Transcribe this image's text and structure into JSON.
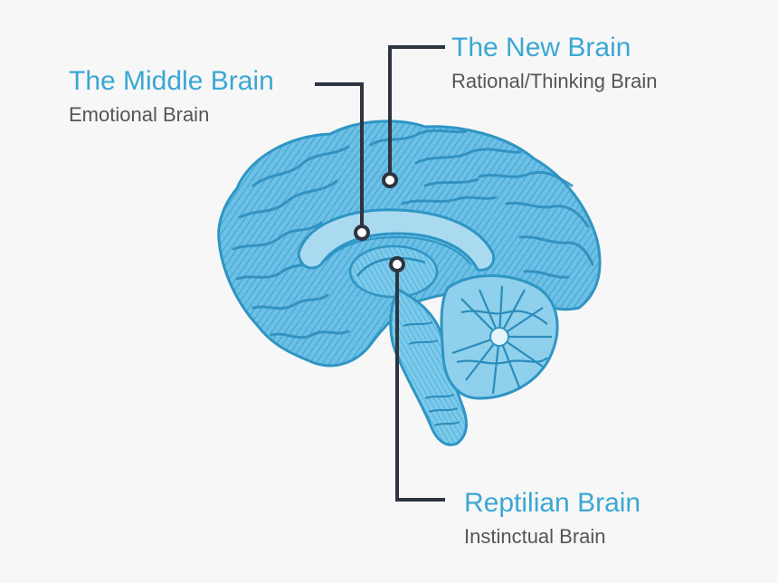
{
  "labels": {
    "new_brain": {
      "title": "The New Brain",
      "subtitle": "Rational/Thinking Brain"
    },
    "middle_brain": {
      "title": "The Middle Brain",
      "subtitle": "Emotional Brain"
    },
    "reptilian_brain": {
      "title": "Reptilian Brain",
      "subtitle": "Instinctual  Brain"
    }
  },
  "colors": {
    "background": "#f7f7f7",
    "brain": "#4fb3de",
    "brain_dark": "#2f95c4",
    "brain_light": "#a9daf0",
    "title_text": "#3aa7d4",
    "subtitle_text": "#555555",
    "leader_line": "#2e3440"
  }
}
